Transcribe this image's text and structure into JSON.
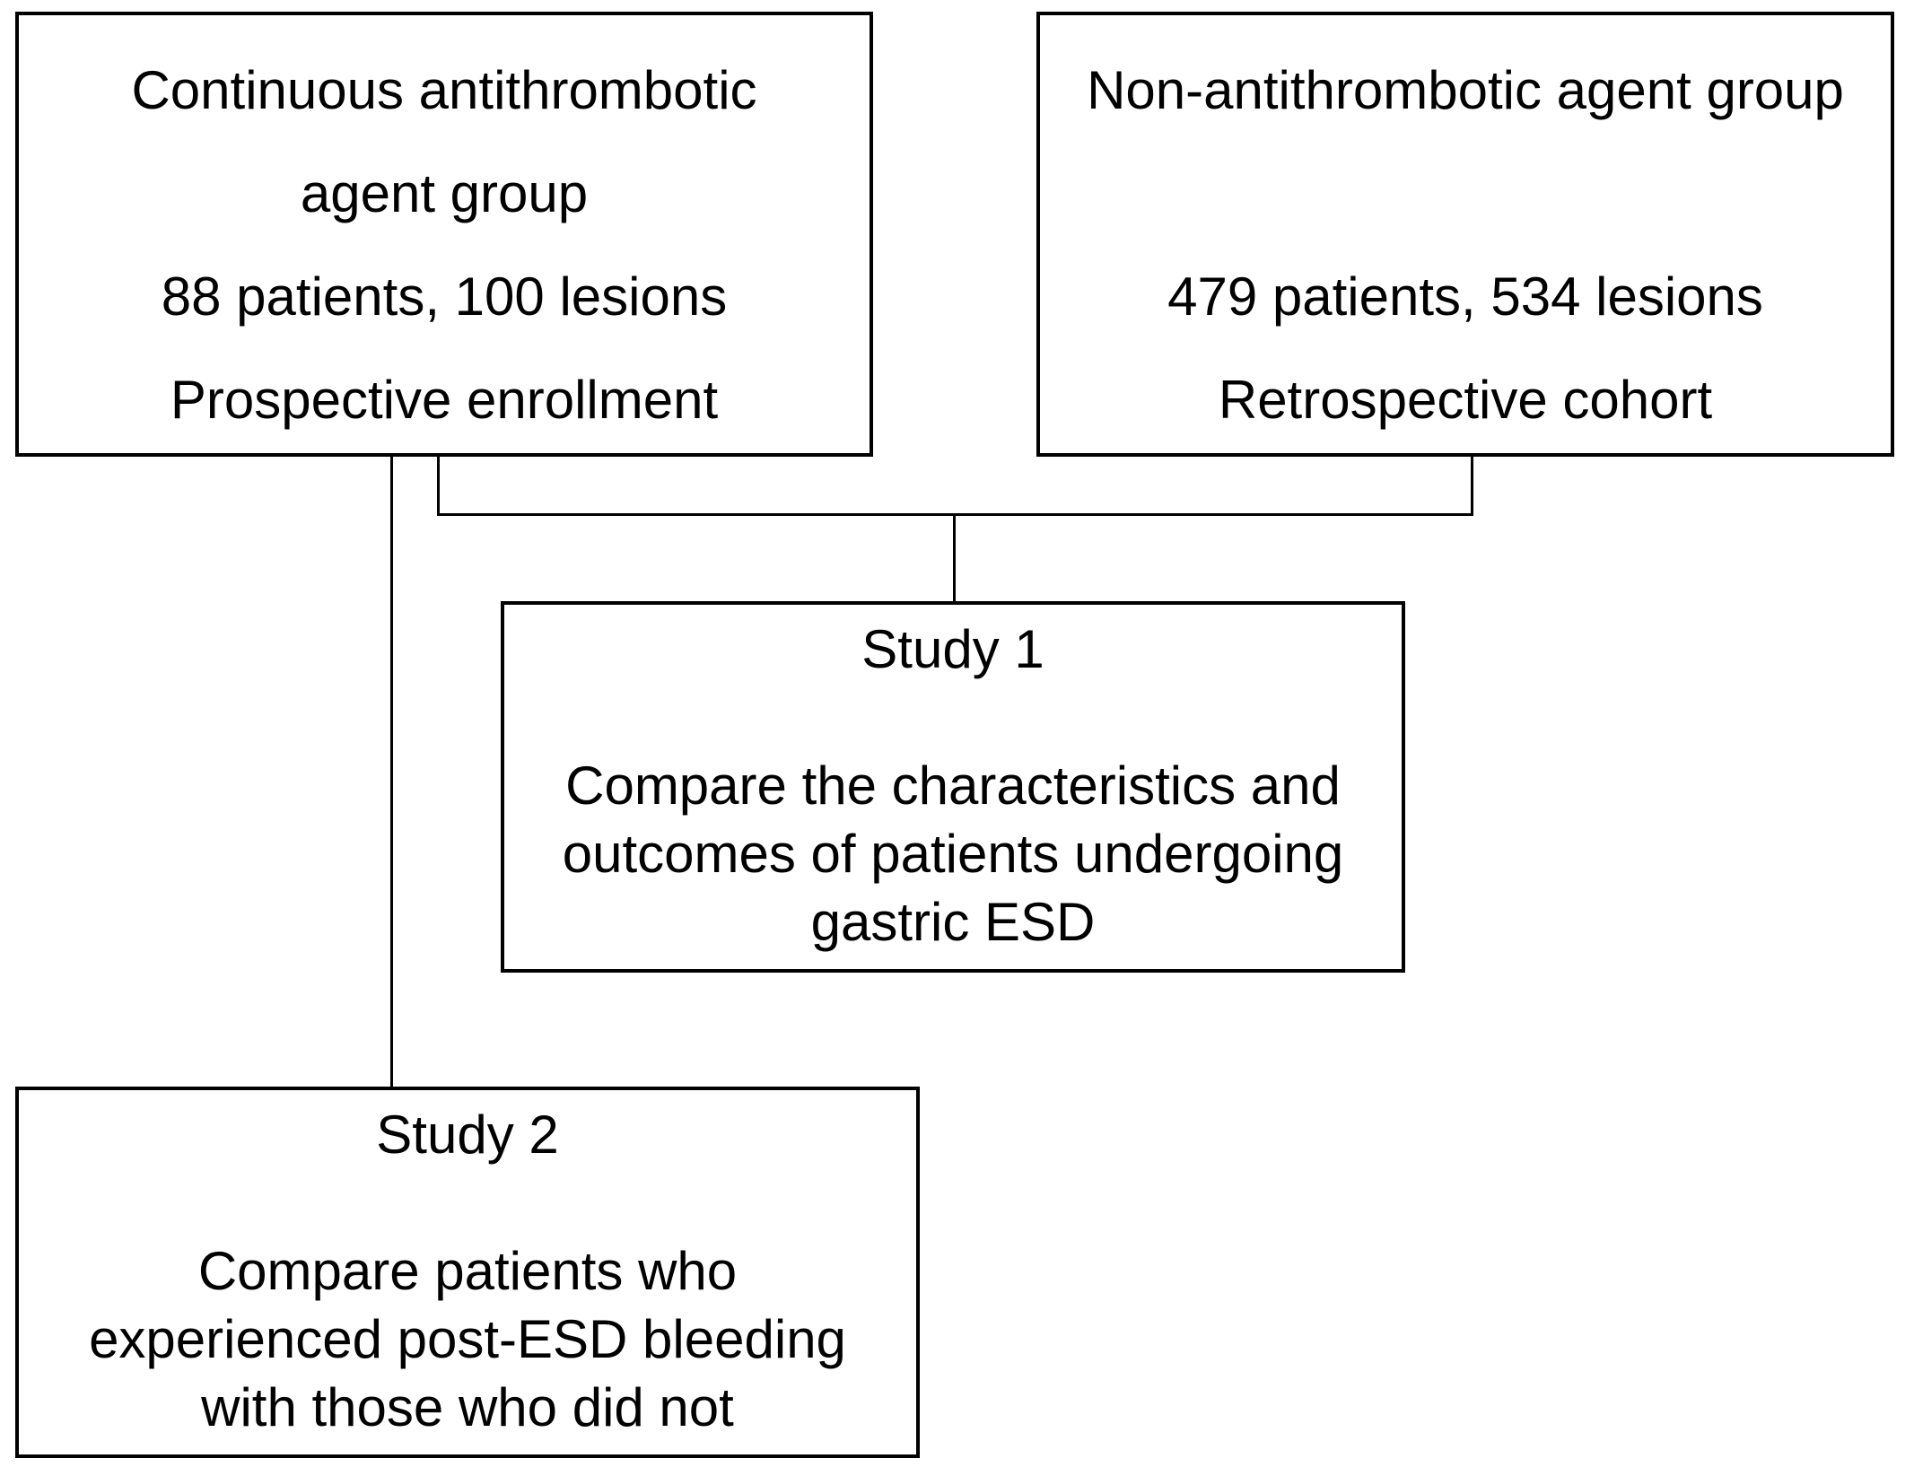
{
  "diagram": {
    "background_color": "#ffffff",
    "line_color": "#000000",
    "text_color": "#000000",
    "boxes": {
      "continuous": {
        "lines": [
          "Continuous antithrombotic",
          "agent group",
          "88 patients, 100 lesions",
          "Prospective enrollment"
        ]
      },
      "non_antithrombotic": {
        "lines": [
          "Non-antithrombotic agent group",
          "",
          "479 patients, 534 lesions",
          "Retrospective cohort"
        ]
      },
      "study1": {
        "lines": [
          "Study 1",
          "",
          "Compare the characteristics and",
          "outcomes of patients undergoing",
          "gastric ESD"
        ]
      },
      "study2": {
        "lines": [
          "Study 2",
          "",
          "Compare patients who",
          "experienced post-ESD bleeding",
          "with those who did not"
        ]
      }
    }
  }
}
